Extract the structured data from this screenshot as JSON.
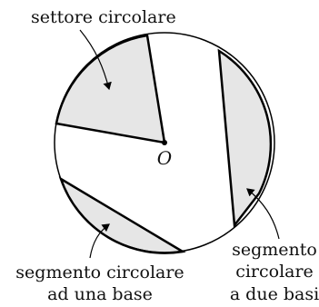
{
  "labels": {
    "sector": "settore circolare",
    "center": "O",
    "segment_one_base_line1": "segmento circolare",
    "segment_one_base_line2": "ad una base",
    "segment_two_bases_line1": "segmento",
    "segment_two_bases_line2": "circolare",
    "segment_two_bases_line3": "a due basi"
  },
  "colors": {
    "fill": "#e6e6e6",
    "stroke": "#000000"
  }
}
